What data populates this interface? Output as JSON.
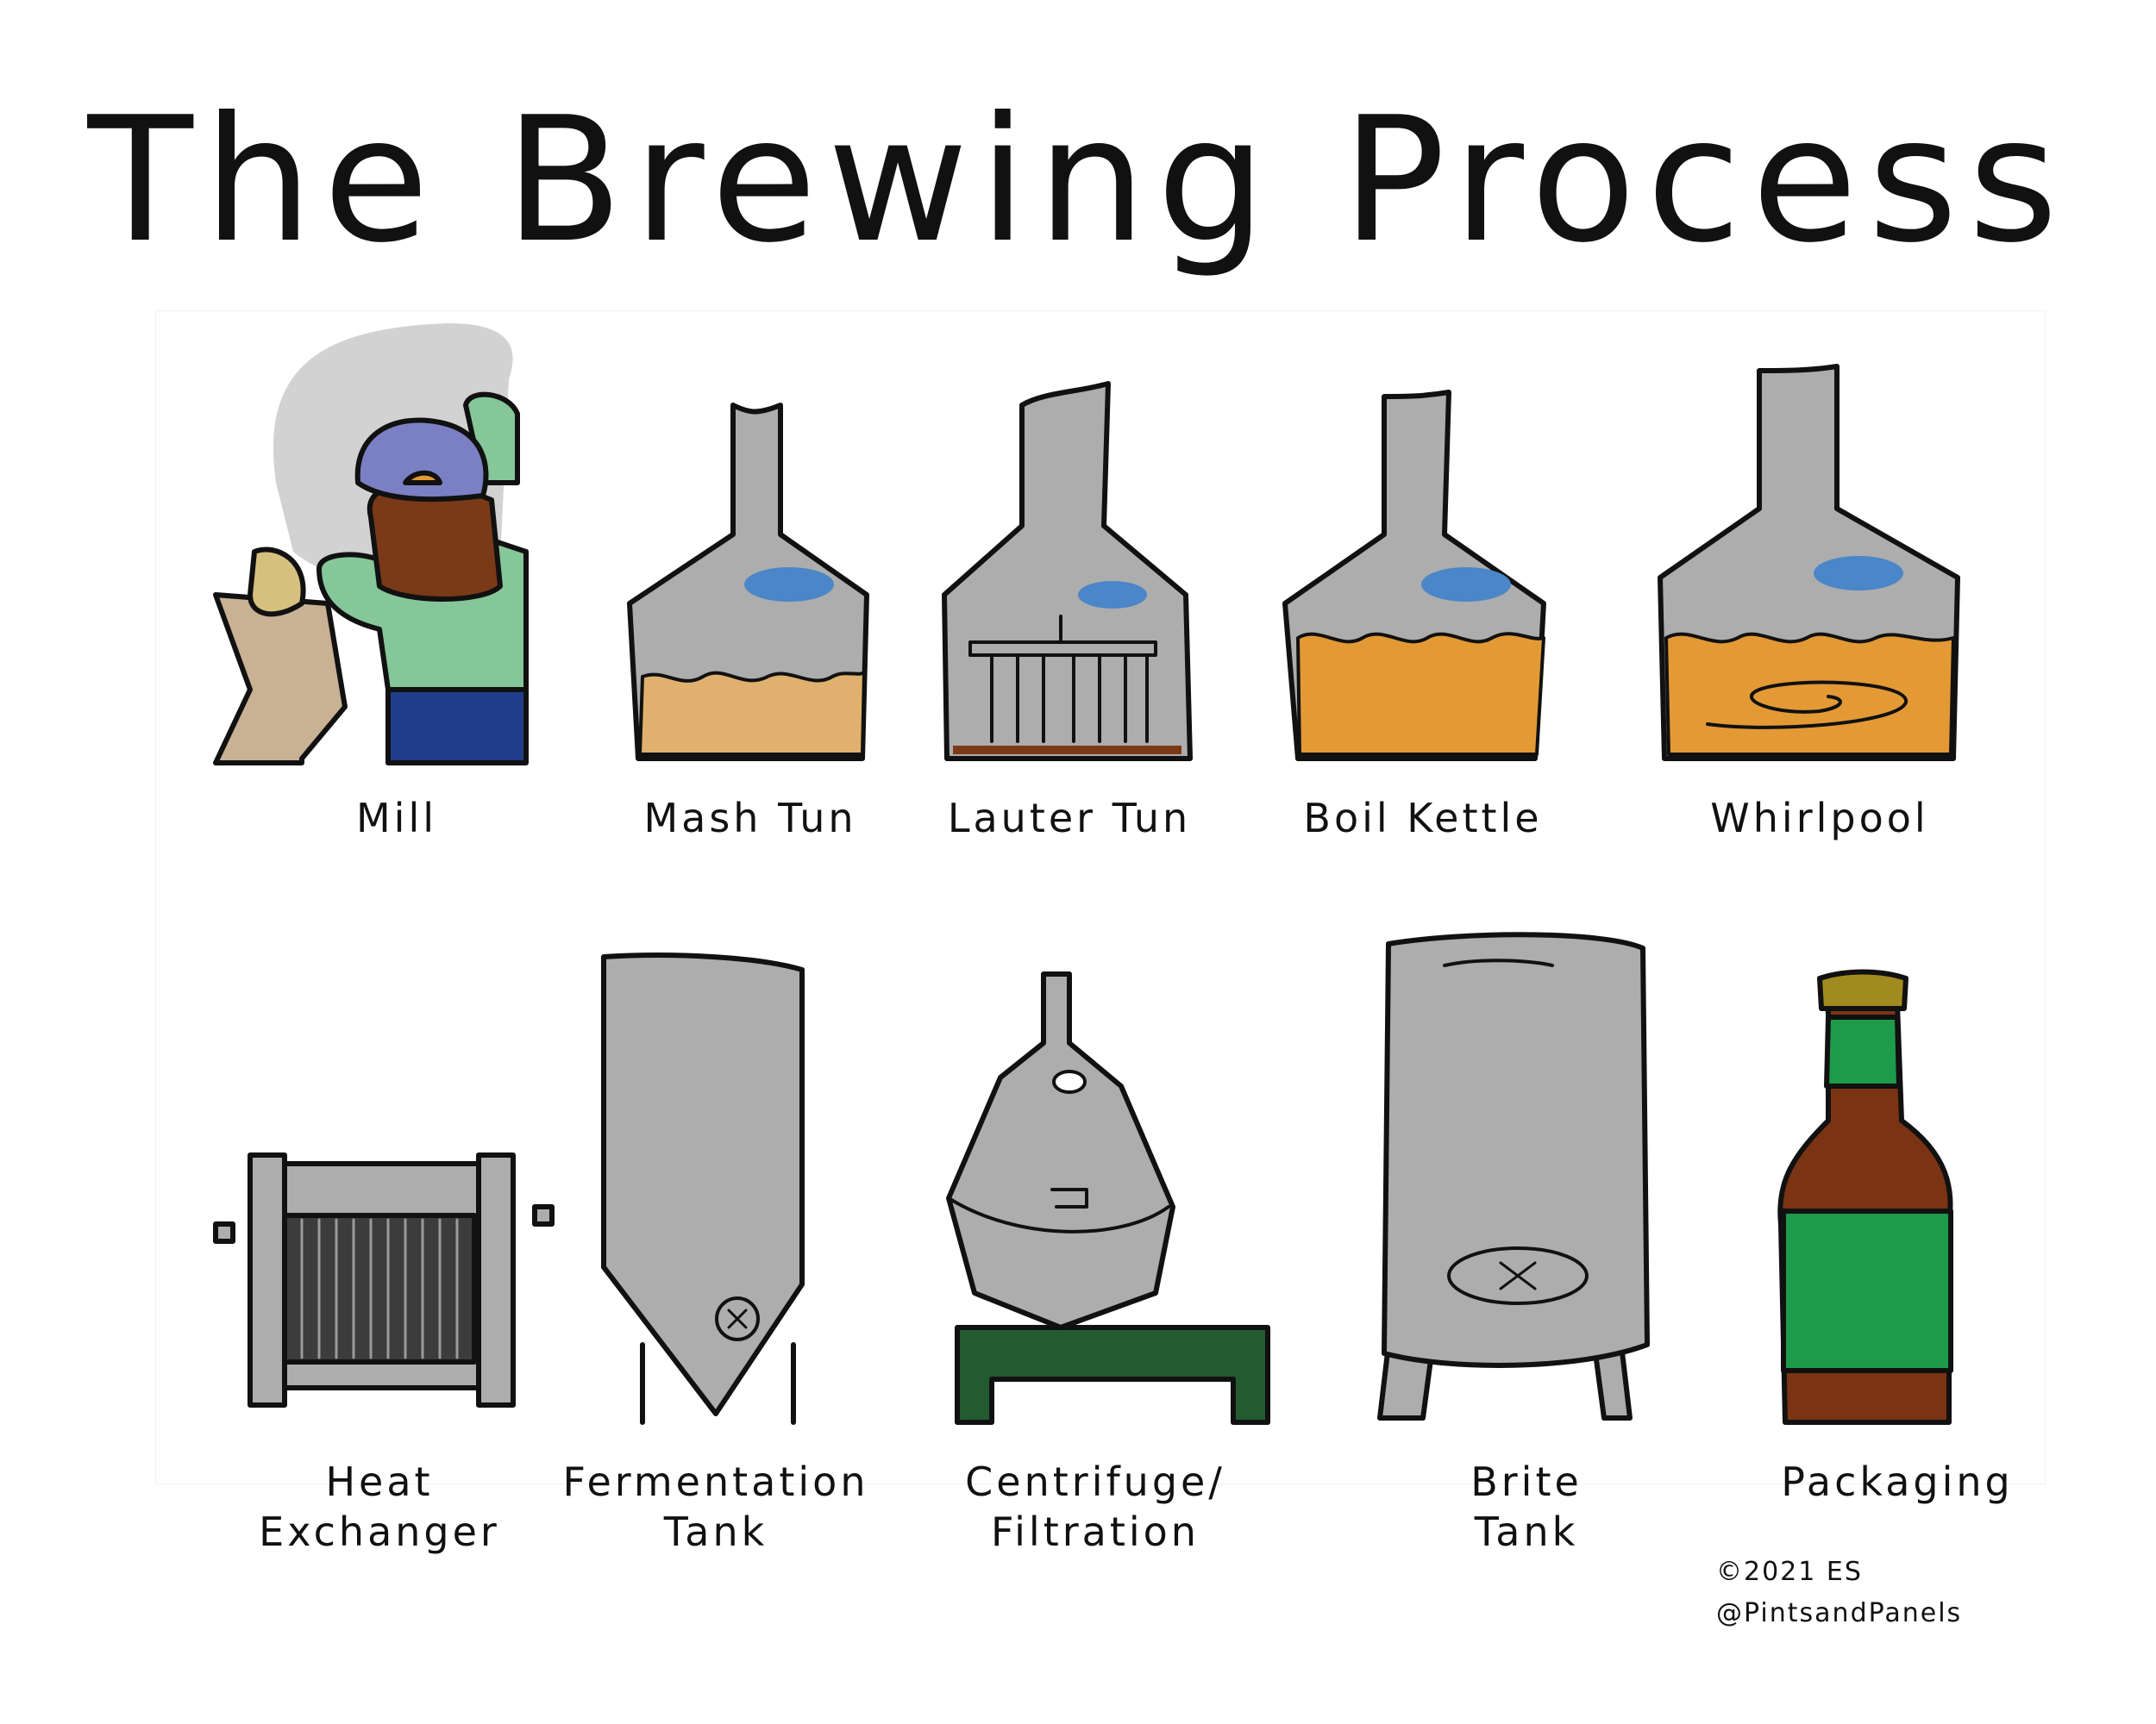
{
  "title": "The Brewing Process",
  "steps": [
    {
      "label": "Mill"
    },
    {
      "label": "Mash Tun"
    },
    {
      "label": "Lauter Tun"
    },
    {
      "label": "Boil Kettle"
    },
    {
      "label": "Whirlpool"
    },
    {
      "label": "Heat\nExchanger"
    },
    {
      "label": "Fermentation\nTank"
    },
    {
      "label": "Centrifuge/\nFiltration"
    },
    {
      "label": "Brite\nTank"
    },
    {
      "label": "Packaging"
    }
  ],
  "credit": {
    "copyright": "©2021 ES",
    "handle": "@PintsandPanels"
  },
  "colors": {
    "steel": "#adadad",
    "outline": "#111111",
    "wort_light": "#e0b16e",
    "wort_dark": "#e39a35",
    "window": "#4a86c8",
    "shirt": "#86c79a",
    "cap": "#7b80c4",
    "hair": "#7a3a17",
    "jeans": "#1f3d8a",
    "sack": "#c9b194",
    "grain": "#d6c07f",
    "bottle_brown": "#7a3413",
    "bottle_green": "#1e9a4b",
    "cap_gold": "#a18a1f",
    "stand_green": "#235b31",
    "coil": "#3c3c3c"
  }
}
